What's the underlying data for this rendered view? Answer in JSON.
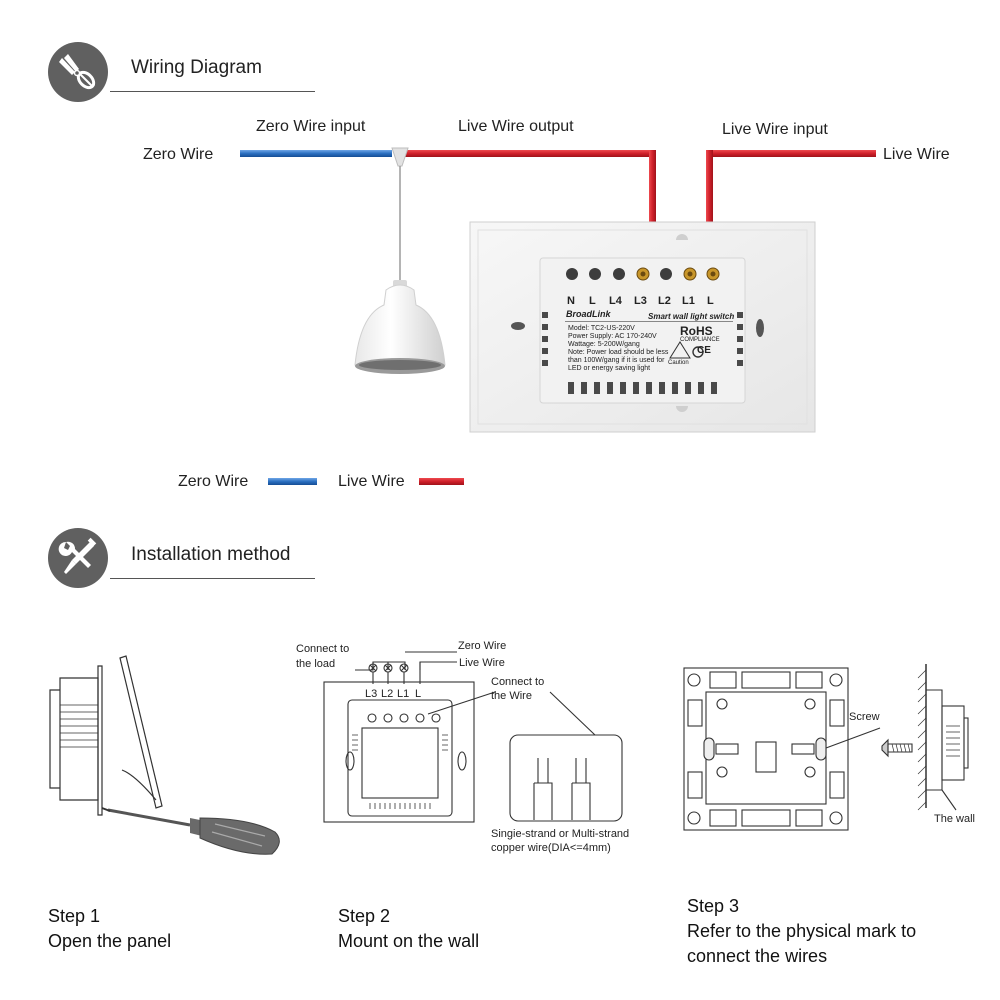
{
  "sections": {
    "wiring": {
      "title": "Wiring Diagram",
      "icon": "pliers-icon"
    },
    "install": {
      "title": "Installation method",
      "icon": "tools-icon"
    }
  },
  "wiring": {
    "zero_wire": "Zero Wire",
    "zero_wire_input": "Zero Wire input",
    "live_wire_output": "Live Wire output",
    "live_wire_input": "Live Wire input",
    "live_wire": "Live Wire",
    "colors": {
      "zero": "#2a6fc0",
      "live": "#d0202a"
    },
    "switch_label": {
      "terminals": [
        "N",
        "L",
        "L4",
        "L3",
        "L2",
        "L1",
        "L"
      ],
      "brand": "BroadLink",
      "product": "Smart wall light switch",
      "model": "Model: TC2-US-220V",
      "power": "Power Supply: AC 170-240V",
      "wattage": "Wattage: 5-200W/gang",
      "note_1": "Note: Power load should be less",
      "note_2": "than 100W/gang if it is used for",
      "note_3": "LED or energy saving light",
      "rohs": "RoHS",
      "compliance": "COMPLIANCE",
      "ce": "CE",
      "caution": "Caution"
    }
  },
  "legend": {
    "zero": "Zero Wire",
    "live": "Live Wire"
  },
  "step2": {
    "connect_load_1": "Connect to",
    "connect_load_2": "the load",
    "zero_wire": "Zero Wire",
    "live_wire": "Live Wire",
    "connect_wire_1": "Connect to",
    "connect_wire_2": "the Wire",
    "terminals": [
      "L3",
      "L2",
      "L1",
      "L"
    ],
    "copper_1": "Singie-strand or Multi-strand",
    "copper_2": "copper wire(DIA<=4mm)"
  },
  "step3": {
    "screw": "Screw",
    "wall": "The wall"
  },
  "steps": [
    {
      "line1": "Step 1",
      "line2": "Open the panel",
      "line3": ""
    },
    {
      "line1": "Step 2",
      "line2": "Mount on the wall",
      "line3": ""
    },
    {
      "line1": "Step 3",
      "line2": "Refer to the physical mark to",
      "line3": "connect the wires"
    }
  ]
}
